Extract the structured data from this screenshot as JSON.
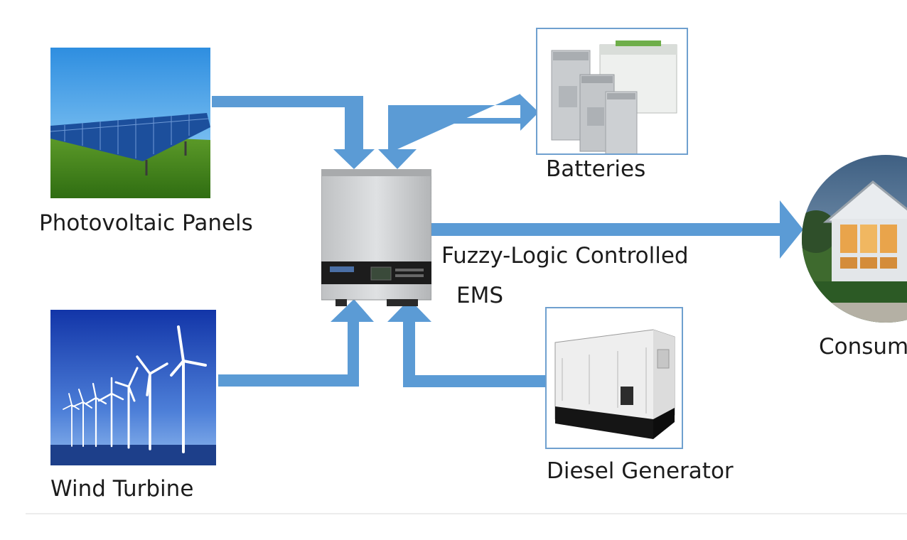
{
  "nodes": {
    "pv": {
      "label": "Photovoltaic Panels"
    },
    "wind": {
      "label": "Wind Turbine"
    },
    "batteries": {
      "label": "Batteries"
    },
    "ems": {
      "label_line1": "Fuzzy-Logic Controlled",
      "label_line2": "EMS"
    },
    "generator": {
      "label": "Diesel Generator"
    },
    "consumer": {
      "label": "Consum"
    }
  },
  "colors": {
    "arrow": "#5b9bd5",
    "box_border": "#6fa0cf",
    "label_text": "#1c1c1c"
  }
}
